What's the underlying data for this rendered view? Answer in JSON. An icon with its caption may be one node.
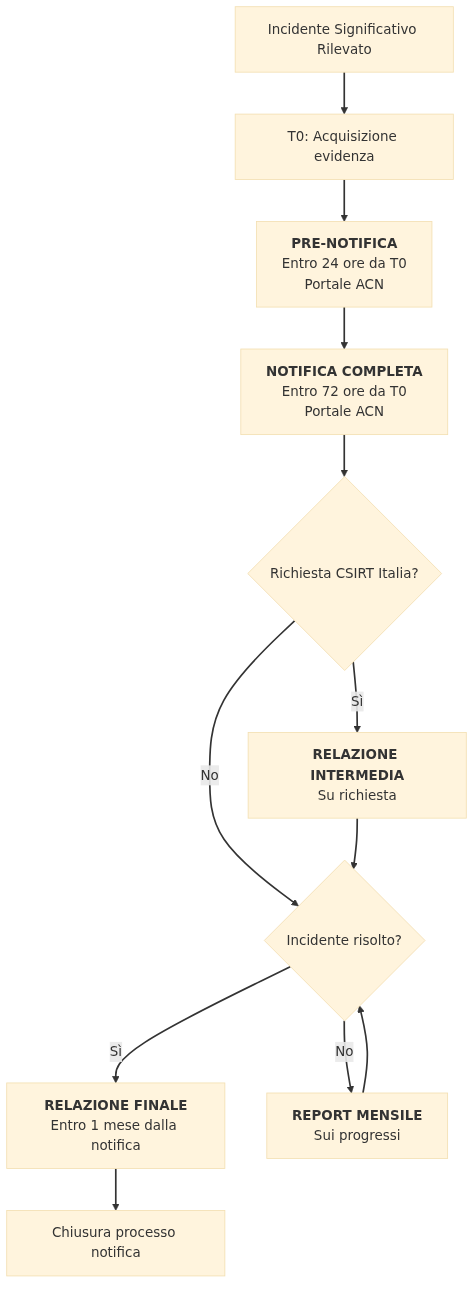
{
  "diagram": {
    "nodes": [
      {
        "text": [
          "Incidente Significativo Rilevato"
        ]
      },
      {
        "text": [
          "T0: Acquisizione evidenza"
        ]
      },
      {
        "text": [
          "PRE-NOTIFICA",
          "Entro 24 ore da T0",
          "Portale ACN"
        ]
      },
      {
        "text": [
          "NOTIFICA COMPLETA",
          "Entro 72 ore da T0",
          "Portale ACN"
        ]
      },
      {
        "text": [
          "Richiesta CSIRT Italia?"
        ]
      },
      {
        "text": [
          "RELAZIONE INTERMEDIA",
          "Su richiesta"
        ]
      },
      {
        "text": [
          "Incidente risolto?"
        ]
      },
      {
        "text": [
          "RELAZIONE FINALE",
          "Entro 1 mese dalla notifica"
        ]
      },
      {
        "text": [
          "REPORT MENSILE",
          "Sui progressi"
        ]
      },
      {
        "text": [
          "Chiusura processo notifica"
        ]
      }
    ],
    "edges": [
      {
        "from": 0,
        "to": 1,
        "arrow": "to"
      },
      {
        "from": 1,
        "to": 2,
        "arrow": "to"
      },
      {
        "from": 2,
        "to": 3,
        "arrow": "to"
      },
      {
        "from": 3,
        "to": 4,
        "arrow": "to"
      },
      {
        "from": 4,
        "to": 5,
        "arrow": "to",
        "label": "Sì"
      },
      {
        "from": 4,
        "to": 6,
        "arrow": "to",
        "label": "No"
      },
      {
        "from": 5,
        "to": 6,
        "arrow": "to"
      },
      {
        "from": 6,
        "to": 7,
        "arrow": "to",
        "label": "Sì"
      },
      {
        "from": 6,
        "to": 8,
        "arrow": "to",
        "label": "No"
      },
      {
        "from": 8,
        "to": 6,
        "arrow": "to"
      },
      {
        "from": 7,
        "to": 9,
        "arrow": "to"
      }
    ]
  }
}
